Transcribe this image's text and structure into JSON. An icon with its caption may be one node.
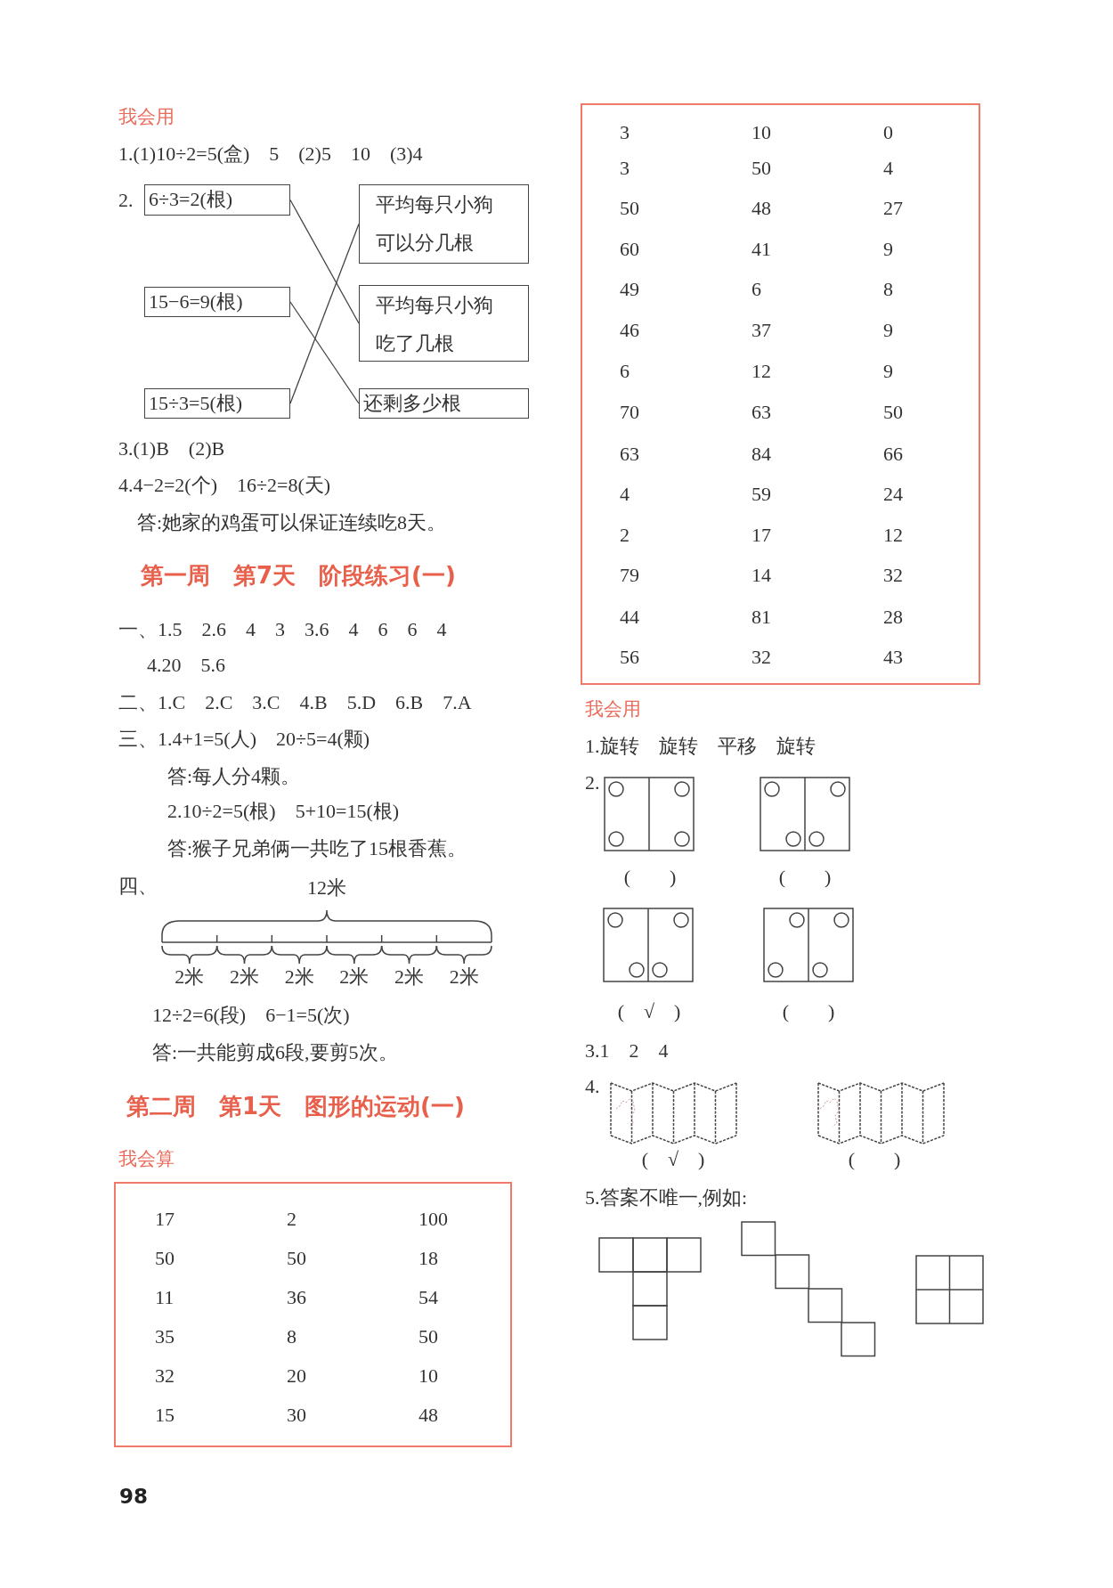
{
  "diagram": {
    "nodes": [
      {
        "text": [
          "6÷3=2(根)"
        ]
      },
      {
        "text": [
          "平均每只小狗可以分几根"
        ]
      },
      {
        "text": [
          "15−6=9(根)"
        ]
      },
      {
        "text": [
          "平均每只小狗吃了几根"
        ]
      },
      {
        "text": [
          "15÷3=5(根)"
        ]
      },
      {
        "text": [
          "还剩多少根"
        ]
      }
    ],
    "edges": [
      {
        "from": 0,
        "to": 3,
        "arrow": "none"
      },
      {
        "from": 2,
        "to": 5,
        "arrow": "none"
      },
      {
        "from": 4,
        "to": 1,
        "arrow": "none"
      }
    ],
    "labels": [
      "我会用",
      "1.(1)10÷2=5(盒)　5　(2)5　10　(3)4",
      "2.",
      "3.(1)B　(2)B",
      "4.4−2=2(个)　16÷2=8(天)",
      "答:她家的鸡蛋可以保证连续吃8天。",
      "第一周　第7天　阶段练习(一)",
      "一、1.5　2.6　4　3　3.6　4　6　6　4",
      "4.20　5.6",
      "二、1.C　2.C　3.C　4.B　5.D　6.B　7.A",
      "三、1.4+1=5(人)　20÷5=4(颗)",
      "答:每人分4颗。",
      "2.10÷2=5(根)　5+10=15(根)",
      "答:猴子兄弟俩一共吃了15根香蕉。",
      "四、",
      "12米",
      "2米",
      "2米",
      "2米",
      "2米",
      "2米",
      "2米",
      "12÷2=6(段)　6−1=5(次)",
      "答:一共能剪成6段,要剪5次。",
      "第二周　第1天　图形的运动(一)",
      "我会算",
      "17",
      "2",
      "100",
      "50",
      "50",
      "18",
      "11",
      "36",
      "54",
      "35",
      "8",
      "50",
      "32",
      "20",
      "10",
      "15",
      "30",
      "48",
      "3",
      "10",
      "0",
      "3",
      "50",
      "4",
      "50",
      "48",
      "27",
      "60",
      "41",
      "9",
      "49",
      "6",
      "8",
      "46",
      "37",
      "9",
      "6",
      "12",
      "9",
      "70",
      "63",
      "50",
      "63",
      "84",
      "66",
      "4",
      "59",
      "24",
      "2",
      "17",
      "12",
      "79",
      "14",
      "32",
      "44",
      "81",
      "28",
      "56",
      "32",
      "43",
      "我会用",
      "1.旋转　旋转　平移　旋转",
      "2.",
      "(　　)",
      "(　　)",
      "(　√　)",
      "(　　)",
      "3.1　2　4",
      "4.",
      "(　√　)",
      "(　　)",
      "5.答案不唯一,例如:",
      "98"
    ]
  }
}
